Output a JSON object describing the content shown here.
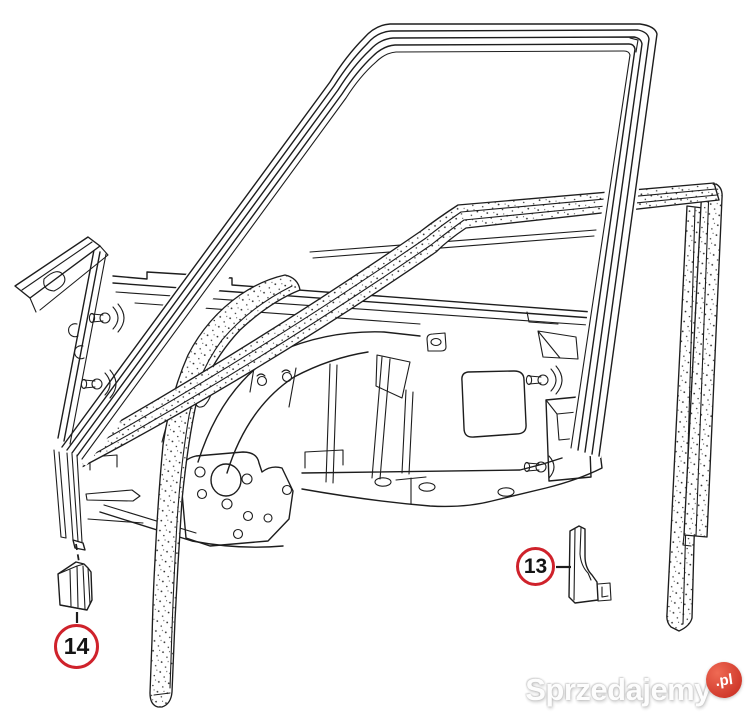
{
  "diagram": {
    "kind": "exploded-parts line drawing",
    "subject": "front door window frame with glass run channel seals shown against the body side structure",
    "callouts": [
      {
        "number": "13"
      },
      {
        "number": "14"
      }
    ],
    "colors": {
      "callout_ring": "#cf222b",
      "ink": "#1d1d1d",
      "background": "#ffffff"
    }
  },
  "watermark": {
    "brand": "Sprzedajemy",
    "suffix": ".pl",
    "colors": {
      "badge_light": "#ef6a54",
      "badge_dark": "#c5271d",
      "text": "#fdfdfd"
    }
  }
}
